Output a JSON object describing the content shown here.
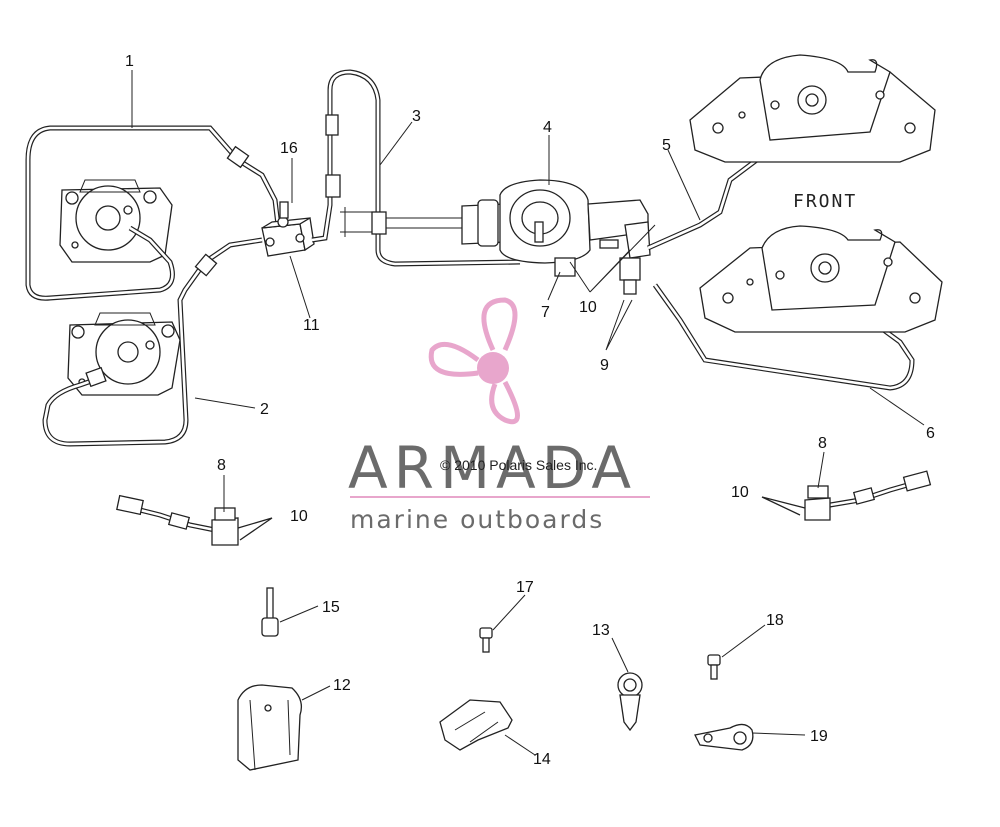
{
  "diagram": {
    "front_label": "FRONT",
    "copyright": "© 2010 Polaris Sales Inc.",
    "callouts": [
      {
        "id": "c1",
        "text": "1"
      },
      {
        "id": "c2",
        "text": "2"
      },
      {
        "id": "c3",
        "text": "3"
      },
      {
        "id": "c4",
        "text": "4"
      },
      {
        "id": "c5",
        "text": "5"
      },
      {
        "id": "c6",
        "text": "6"
      },
      {
        "id": "c7",
        "text": "7"
      },
      {
        "id": "c8a",
        "text": "8"
      },
      {
        "id": "c8b",
        "text": "8"
      },
      {
        "id": "c9",
        "text": "9"
      },
      {
        "id": "c10a",
        "text": "10"
      },
      {
        "id": "c10b",
        "text": "10"
      },
      {
        "id": "c10c",
        "text": "10"
      },
      {
        "id": "c11",
        "text": "11"
      },
      {
        "id": "c12",
        "text": "12"
      },
      {
        "id": "c13",
        "text": "13"
      },
      {
        "id": "c14",
        "text": "14"
      },
      {
        "id": "c15",
        "text": "15"
      },
      {
        "id": "c16",
        "text": "16"
      },
      {
        "id": "c17",
        "text": "17"
      },
      {
        "id": "c18",
        "text": "18"
      },
      {
        "id": "c19",
        "text": "19"
      }
    ]
  },
  "watermark": {
    "brand": "ARMADA",
    "tagline": "marine outboards",
    "logo_icon": "propeller-icon",
    "brand_color": "#6b6b6b",
    "accent_color": "#e8a6cc"
  }
}
